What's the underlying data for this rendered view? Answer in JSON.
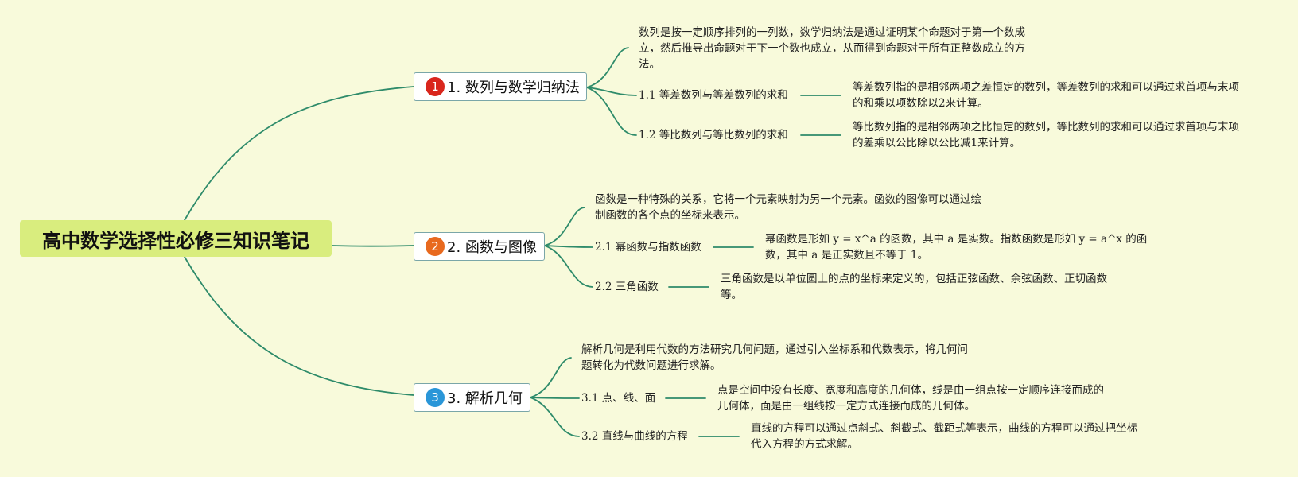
{
  "mindmap": {
    "root": "高中数学选择性必修三知识笔记",
    "colors": {
      "background": "#f8fadb",
      "root_fill": "#d9ed7e",
      "connector": "#2e8b6a",
      "topic_border": "#7aa6a8",
      "badge_1": "#d9261c",
      "badge_2": "#e8691e",
      "badge_3": "#2a96d8"
    },
    "branches": [
      {
        "number": "1",
        "title": "1. 数列与数学归纳法",
        "note": "数列是按一定顺序排列的一列数，数学归纳法是通过证明某个命题对于第一个数成立，然后推导出命题对于下一个数也成立，从而得到命题对于所有正整数成立的方法。",
        "subtopics": [
          {
            "label": "1.1 等差数列与等差数列的求和",
            "detail": "等差数列指的是相邻两项之差恒定的数列，等差数列的求和可以通过求首项与末项的和乘以项数除以2来计算。"
          },
          {
            "label": "1.2 等比数列与等比数列的求和",
            "detail": "等比数列指的是相邻两项之比恒定的数列，等比数列的求和可以通过求首项与末项的差乘以公比除以公比减1来计算。"
          }
        ]
      },
      {
        "number": "2",
        "title": "2. 函数与图像",
        "note": "函数是一种特殊的关系，它将一个元素映射为另一个元素。函数的图像可以通过绘制函数的各个点的坐标来表示。",
        "subtopics": [
          {
            "label": "2.1 幂函数与指数函数",
            "detail": "幂函数是形如 y = x^a 的函数，其中 a 是实数。指数函数是形如 y = a^x 的函数，其中 a 是正实数且不等于 1。"
          },
          {
            "label": "2.2 三角函数",
            "detail": "三角函数是以单位圆上的点的坐标来定义的，包括正弦函数、余弦函数、正切函数等。"
          }
        ]
      },
      {
        "number": "3",
        "title": "3. 解析几何",
        "note": "解析几何是利用代数的方法研究几何问题，通过引入坐标系和代数表示，将几何问题转化为代数问题进行求解。",
        "subtopics": [
          {
            "label": "3.1 点、线、面",
            "detail": "点是空间中没有长度、宽度和高度的几何体，线是由一组点按一定顺序连接而成的几何体，面是由一组线按一定方式连接而成的几何体。"
          },
          {
            "label": "3.2 直线与曲线的方程",
            "detail": "直线的方程可以通过点斜式、斜截式、截距式等表示，曲线的方程可以通过把坐标代入方程的方式求解。"
          }
        ]
      }
    ]
  }
}
